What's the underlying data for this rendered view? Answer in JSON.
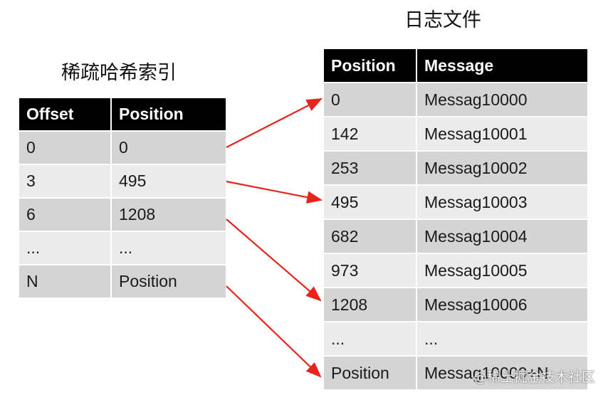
{
  "index_title": "稀疏哈希索引",
  "log_title": "日志文件",
  "index_table": {
    "headers": [
      "Offset",
      "Position"
    ],
    "rows": [
      [
        "0",
        "0"
      ],
      [
        "3",
        "495"
      ],
      [
        "6",
        "1208"
      ],
      [
        "...",
        "..."
      ],
      [
        "N",
        "Position"
      ]
    ]
  },
  "log_table": {
    "headers": [
      "Position",
      "Message"
    ],
    "rows": [
      [
        "0",
        "Messag10000"
      ],
      [
        "142",
        "Messag10001"
      ],
      [
        "253",
        "Messag10002"
      ],
      [
        "495",
        "Messag10003"
      ],
      [
        "682",
        "Messag10004"
      ],
      [
        "973",
        "Messag10005"
      ],
      [
        "1208",
        "Messag10006"
      ],
      [
        "...",
        "..."
      ],
      [
        "Position",
        "Messag10000+N"
      ]
    ]
  },
  "arrow_color": "#e8241c",
  "watermark": "@稀土掘金技术社区"
}
